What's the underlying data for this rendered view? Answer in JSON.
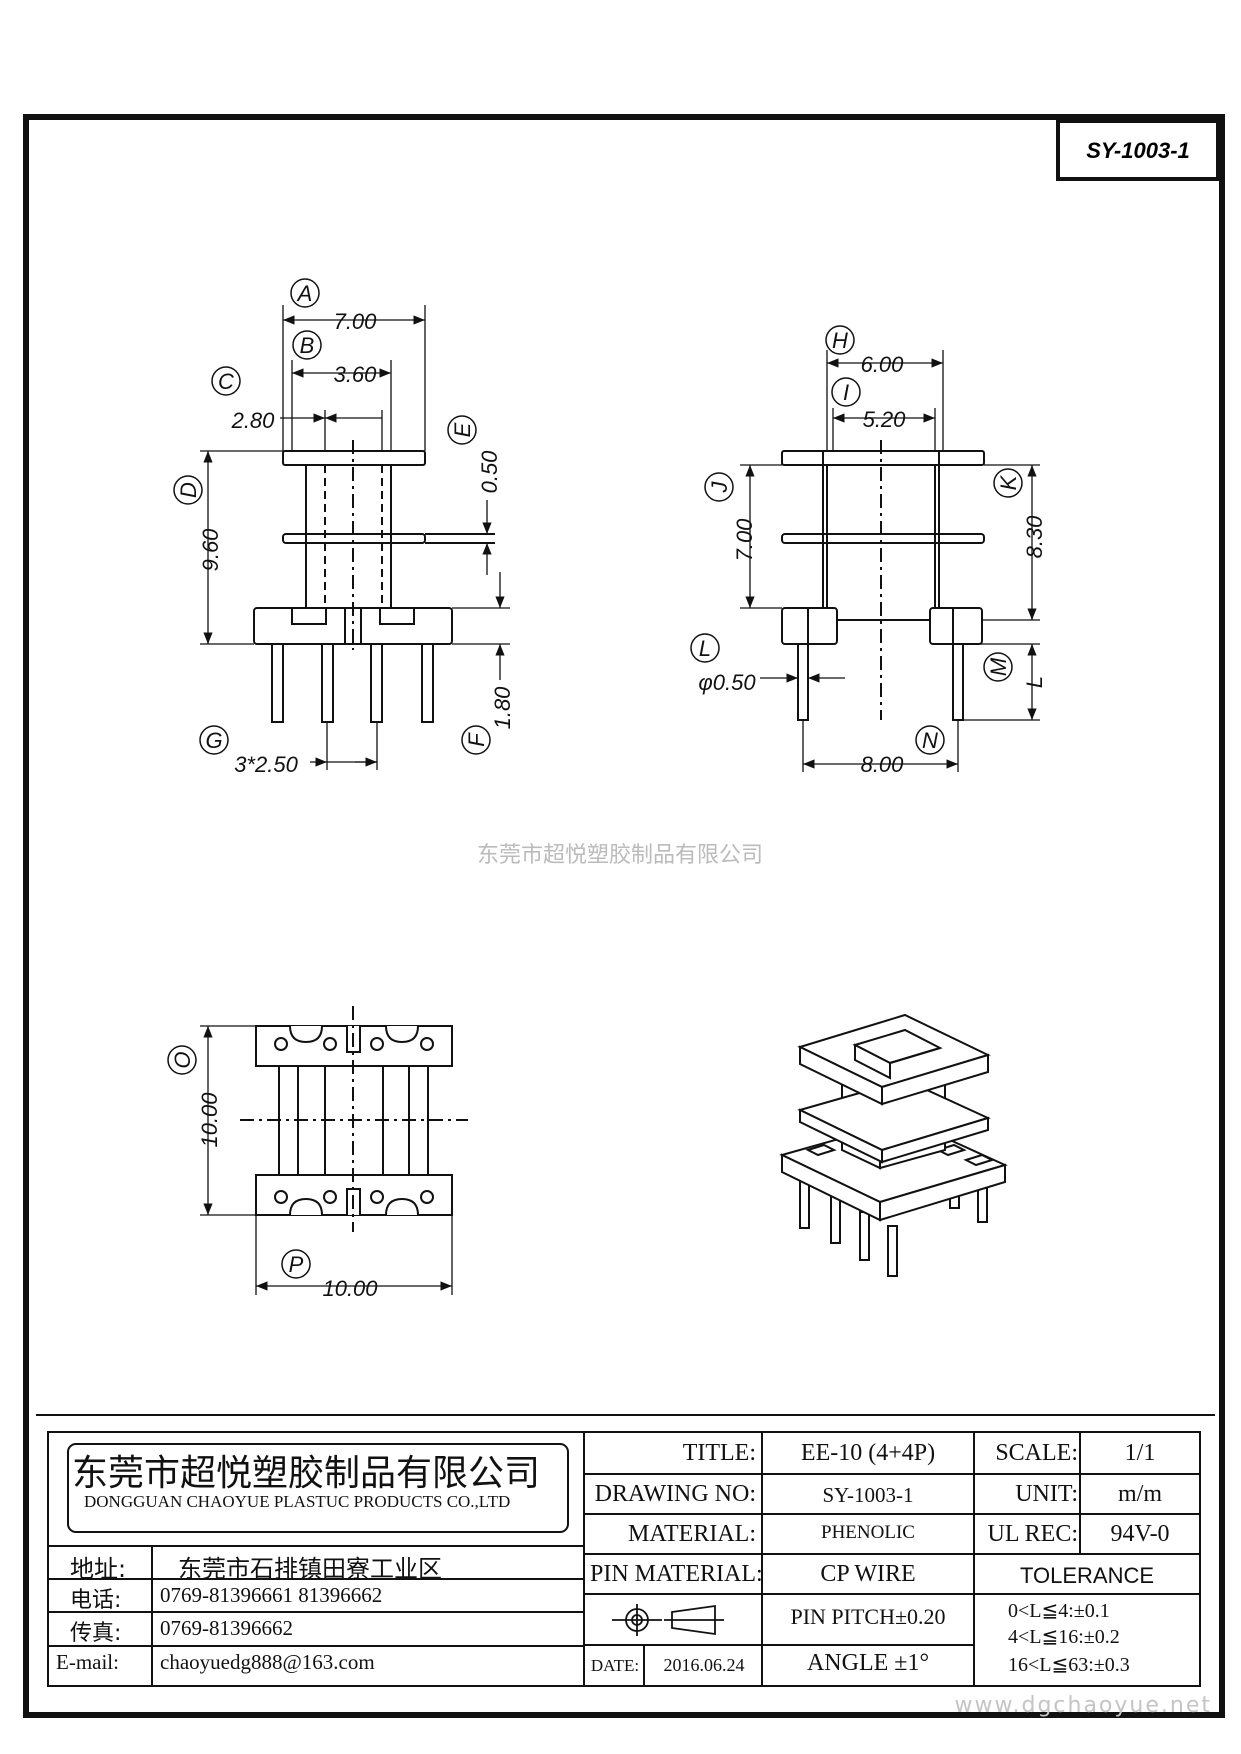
{
  "drawing_number": "SY-1003-1",
  "watermark_center": "东莞市超悦塑胶制品有限公司",
  "watermark_corner": "www.dgchaoyue.net",
  "views": {
    "front": {
      "A": "A",
      "A_dim": "7.00",
      "B": "B",
      "B_dim": "3.60",
      "C": "C",
      "C_dim": "2.80",
      "D": "D",
      "D_dim": "9.60",
      "E": "E",
      "E_dim": "0.50",
      "F": "F",
      "F_dim": "1.80",
      "G": "G",
      "G_dim": "3*2.50"
    },
    "side": {
      "H": "H",
      "H_dim": "6.00",
      "I": "I",
      "I_dim": "5.20",
      "J": "J",
      "J_dim": "7.00",
      "K": "K",
      "K_dim": "8.30",
      "L": "L",
      "L_dim": "φ0.50",
      "M": "M",
      "M_dim": "L",
      "N": "N",
      "N_dim": "8.00"
    },
    "bottom": {
      "O": "O",
      "O_dim": "10.00",
      "P": "P",
      "P_dim": "10.00"
    }
  },
  "company": {
    "name_cn": "东莞市超悦塑胶制品有限公司",
    "name_en": "DONGGUAN CHAOYUE PLASTUC PRODUCTS CO.,LTD",
    "address_label": "地址:",
    "address": "东莞市石排镇田寮工业区",
    "phone_label": "电话:",
    "phone": "0769-81396661   81396662",
    "fax_label": "传真:",
    "fax": "0769-81396662",
    "email_label": "E-mail:",
    "email": "chaoyuedg888@163.com"
  },
  "title_block": {
    "title_label": "TITLE:",
    "title": "EE-10  (4+4P)",
    "scale_label": "SCALE:",
    "scale": "1/1",
    "drawing_no_label": "DRAWING NO:",
    "drawing_no": "SY-1003-1",
    "unit_label": "UNIT:",
    "unit": "m/m",
    "material_label": "MATERIAL:",
    "material": "PHENOLIC",
    "ul_rec_label": "UL REC:",
    "ul_rec": "94V-0",
    "pin_material_label": "PIN MATERIAL:",
    "pin_material": "CP  WIRE",
    "tolerance_label": "TOLERANCE",
    "pin_pitch": "PIN PITCH±0.20",
    "angle": "ANGLE  ±1°",
    "tol_1": "0<L≦4:±0.1",
    "tol_2": "4<L≦16:±0.2",
    "tol_3": "16<L≦63:±0.3",
    "date_label": "DATE:",
    "date": "2016.06.24"
  }
}
